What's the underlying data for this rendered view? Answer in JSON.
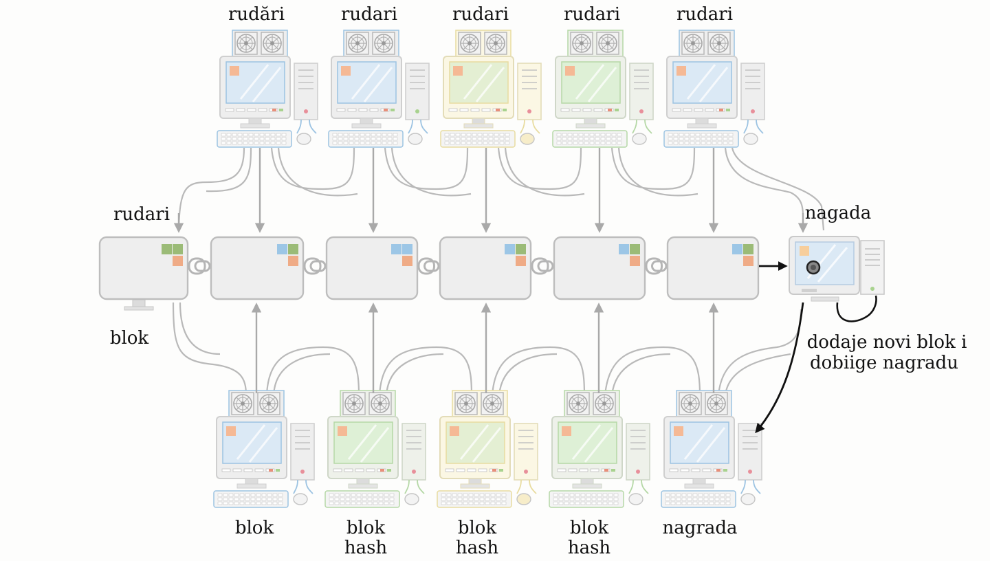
{
  "labels": {
    "top_miners": [
      "rudări",
      "rudari",
      "rudari",
      "rudari",
      "rudari"
    ],
    "left_miners": "rudari",
    "left_block": "blok",
    "reward_top": "nagada",
    "reward_desc_1": "dodaje novi blok i",
    "reward_desc_2": "dobiige nagradu",
    "bottom": [
      [
        "blok"
      ],
      [
        "blok",
        "hash"
      ],
      [
        "blok",
        "hash"
      ],
      [
        "blok",
        "hash"
      ],
      [
        "nagrada"
      ]
    ]
  },
  "theme": {
    "top_computers": [
      "blue",
      "blue",
      "yellow",
      "green",
      "blue"
    ],
    "bottom_computers": [
      "blue",
      "green",
      "yellow",
      "green",
      "blue"
    ],
    "palette": {
      "blue": {
        "screen": "#dbe9f5",
        "case": "#eeeeee",
        "stroke": "#cfcfcf",
        "tint": "#9cc3e2"
      },
      "green": {
        "screen": "#def0d6",
        "case": "#eef1ea",
        "stroke": "#cfd7c8",
        "tint": "#b5d8a6"
      },
      "yellow": {
        "screen": "#e4efd3",
        "case": "#fbf7e4",
        "stroke": "#e3dcb8",
        "tint": "#e8dca0"
      }
    },
    "square_colors": {
      "blue": "#9cc6e6",
      "green": "#9bbb77",
      "orange": "#efab86"
    },
    "connector": "#b8b8b8",
    "arrow_gray": "#a9a9a9",
    "arrow_black": "#111111"
  }
}
